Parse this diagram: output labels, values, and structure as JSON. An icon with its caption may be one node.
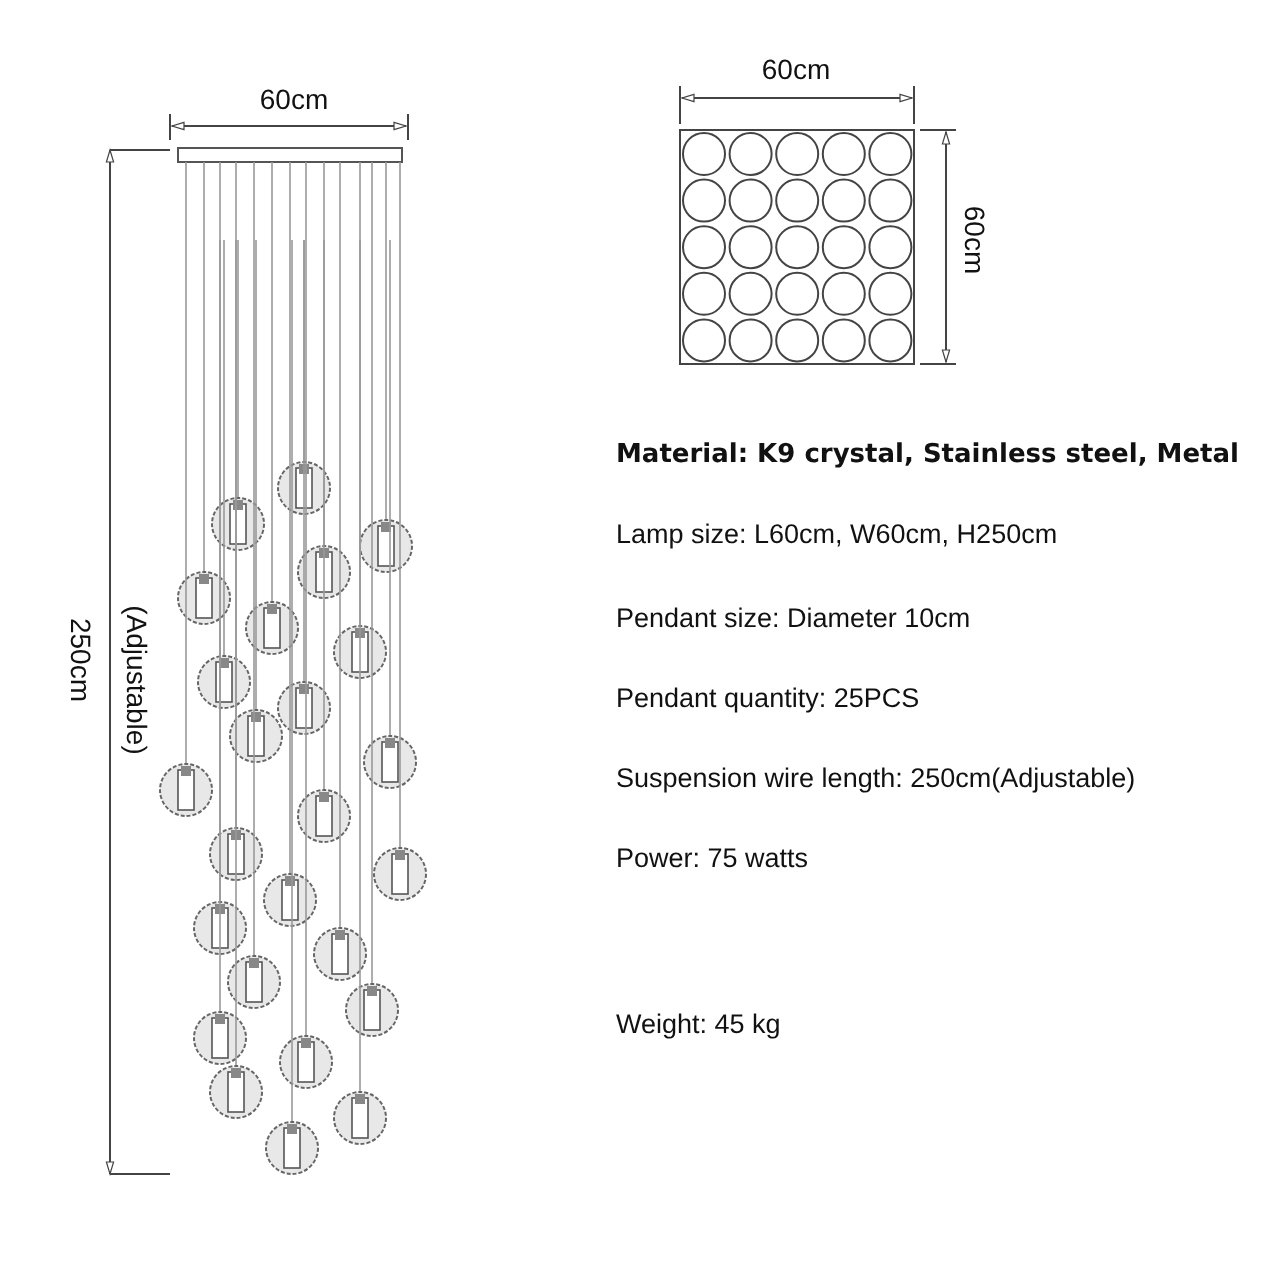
{
  "diagram": {
    "labels": [
      "60cm",
      "250cm",
      "(Adjustable)",
      "60cm",
      "60cm",
      "Material: K9 crystal, Stainless steel, Metal",
      "Lamp size: L60cm, W60cm, H250cm",
      "Pendant size: Diameter 10cm",
      "Pendant quantity: 25PCS",
      "Suspension wire length: 250cm(Adjustable)",
      "Power: 75 watts",
      "Weight: 45 kg"
    ]
  }
}
